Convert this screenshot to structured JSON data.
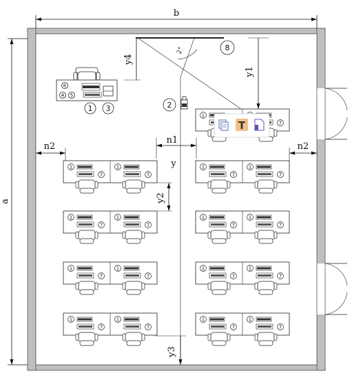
{
  "labels": {
    "width": "b",
    "height": "a",
    "aisle_y": "y",
    "y1": "y1",
    "y2": "y2",
    "y3": "y3",
    "y4": "y4",
    "n1": "n1",
    "n2_left": "n2",
    "n2_right": "n2",
    "angle": "2°"
  },
  "callouts": {
    "c1": "1",
    "c2": "2",
    "c3": "3",
    "c4": "4",
    "c5": "5",
    "c6": "6",
    "c7": "7",
    "c8": "8"
  },
  "toolbar": {
    "icons": [
      "copy-icon",
      "text-tool-icon",
      "file-icon"
    ],
    "text_glyph": "T"
  },
  "colors": {
    "wall": "#bfbfbf",
    "toolbar_accent": "#e08a3a",
    "toolbar_purple": "#6a4fb0"
  }
}
